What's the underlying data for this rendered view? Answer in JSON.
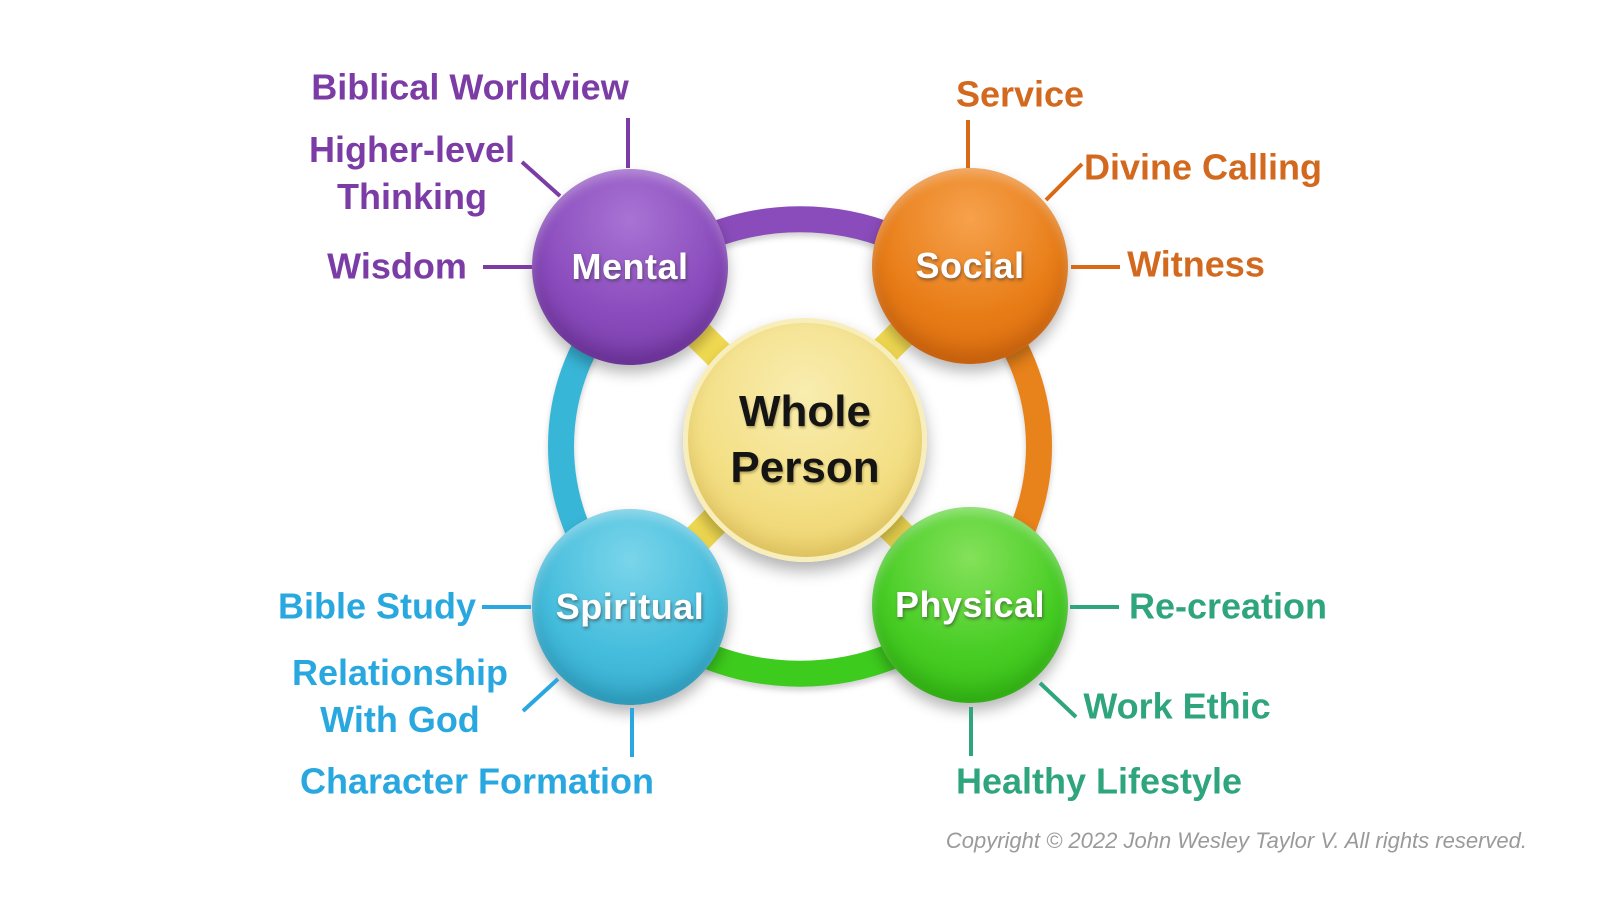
{
  "diagram": {
    "center": {
      "label": "Whole Person",
      "circle_color": "#F3DF85",
      "text_color": "#141414"
    },
    "nodes": [
      {
        "id": "mental",
        "label": "Mental",
        "position": "top-left",
        "circle_color": "#8A4BBC",
        "label_text_color": "#7B3CA6",
        "items": [
          "Biblical Worldview",
          "Higher-level Thinking",
          "Wisdom"
        ]
      },
      {
        "id": "social",
        "label": "Social",
        "position": "top-right",
        "circle_color": "#E87D17",
        "label_text_color": "#D2691E",
        "items": [
          "Service",
          "Divine Calling",
          "Witness"
        ]
      },
      {
        "id": "spiritual",
        "label": "Spiritual",
        "position": "bottom-left",
        "circle_color": "#44BCDC",
        "label_text_color": "#29A8E0",
        "items": [
          "Bible Study",
          "Relationship With God",
          "Character Formation"
        ]
      },
      {
        "id": "physical",
        "label": "Physical",
        "position": "bottom-right",
        "circle_color": "#47CD24",
        "label_text_color": "#2EA57C",
        "items": [
          "Re-creation",
          "Work Ethic",
          "Healthy Lifestyle"
        ]
      }
    ],
    "ring_colors": {
      "top": "#8A4CBB",
      "right": "#E8821A",
      "bottom": "#3DCB1D",
      "left": "#38B6D8"
    },
    "hub_connector_color": "#F2DB52"
  },
  "footer": {
    "copyright": "Copyright © 2022 John Wesley Taylor V. All rights reserved."
  }
}
